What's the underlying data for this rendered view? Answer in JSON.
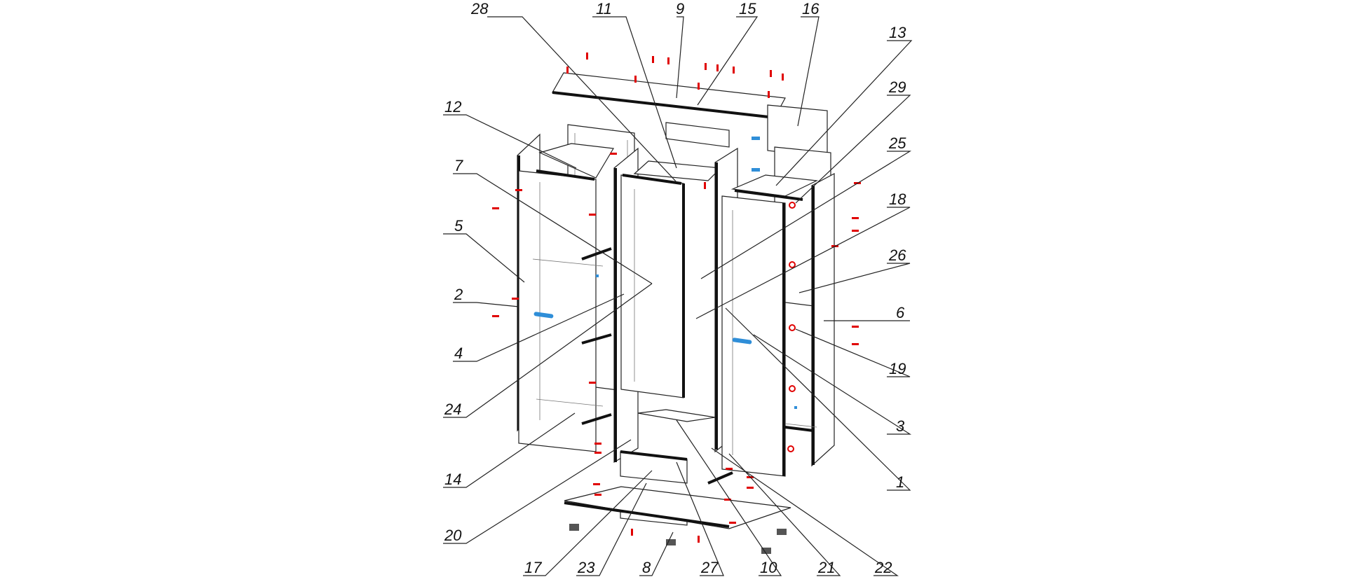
{
  "callouts": [
    {
      "label": "28"
    },
    {
      "label": "11"
    },
    {
      "label": "9"
    },
    {
      "label": "15"
    },
    {
      "label": "16"
    },
    {
      "label": "13"
    },
    {
      "label": "29"
    },
    {
      "label": "25"
    },
    {
      "label": "18"
    },
    {
      "label": "26"
    },
    {
      "label": "6"
    },
    {
      "label": "19"
    },
    {
      "label": "3"
    },
    {
      "label": "1"
    },
    {
      "label": "12"
    },
    {
      "label": "7"
    },
    {
      "label": "5"
    },
    {
      "label": "2"
    },
    {
      "label": "4"
    },
    {
      "label": "24"
    },
    {
      "label": "14"
    },
    {
      "label": "20"
    },
    {
      "label": "17"
    },
    {
      "label": "23"
    },
    {
      "label": "8"
    },
    {
      "label": "27"
    },
    {
      "label": "10"
    },
    {
      "label": "21"
    },
    {
      "label": "22"
    }
  ],
  "colors": {
    "fittings": "#e00000",
    "handles": "#2f8ed8",
    "lines": "#222222"
  },
  "icons": {
    "fitting": "red-fitting-icon",
    "handle": "blue-handle-icon",
    "leg": "leg-foot-icon"
  }
}
